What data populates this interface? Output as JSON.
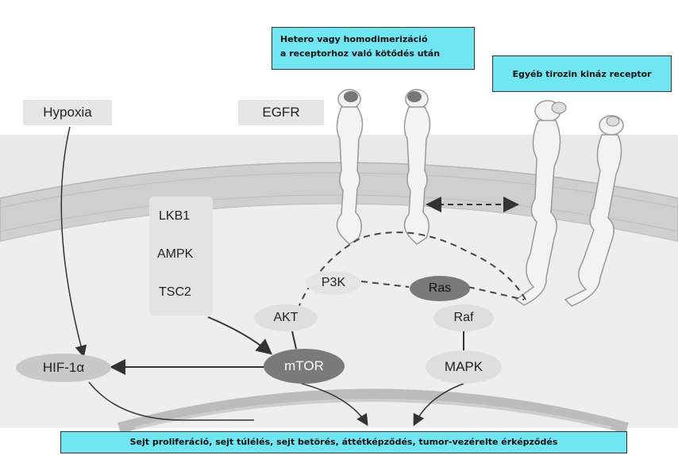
{
  "callouts": {
    "dimerization": "Hetero vagy homodimerizáció\na receptorhoz való kötődés után",
    "other_receptor": "Egyéb tirozin kináz receptor",
    "outcome": "Sejt proliferáció, sejt túlélés, sejt betörés, áttétképződés, tumor-vezérelte érképződés"
  },
  "labels": {
    "hypoxia": "Hypoxia",
    "egfr": "EGFR",
    "lkb1": "LKB1",
    "ampk": "AMPK",
    "tsc2": "TSC2",
    "p3k": "P3K",
    "ras": "Ras",
    "akt": "AKT",
    "raf": "Raf",
    "mtor": "mTOR",
    "mapk": "MAPK",
    "hif1a": "HIF-1α"
  },
  "colors": {
    "callout_fill": "#6fe6f2",
    "node_light": "#dedede",
    "node_dark": "#7a7a7a",
    "membrane": "#c9c9c9"
  }
}
